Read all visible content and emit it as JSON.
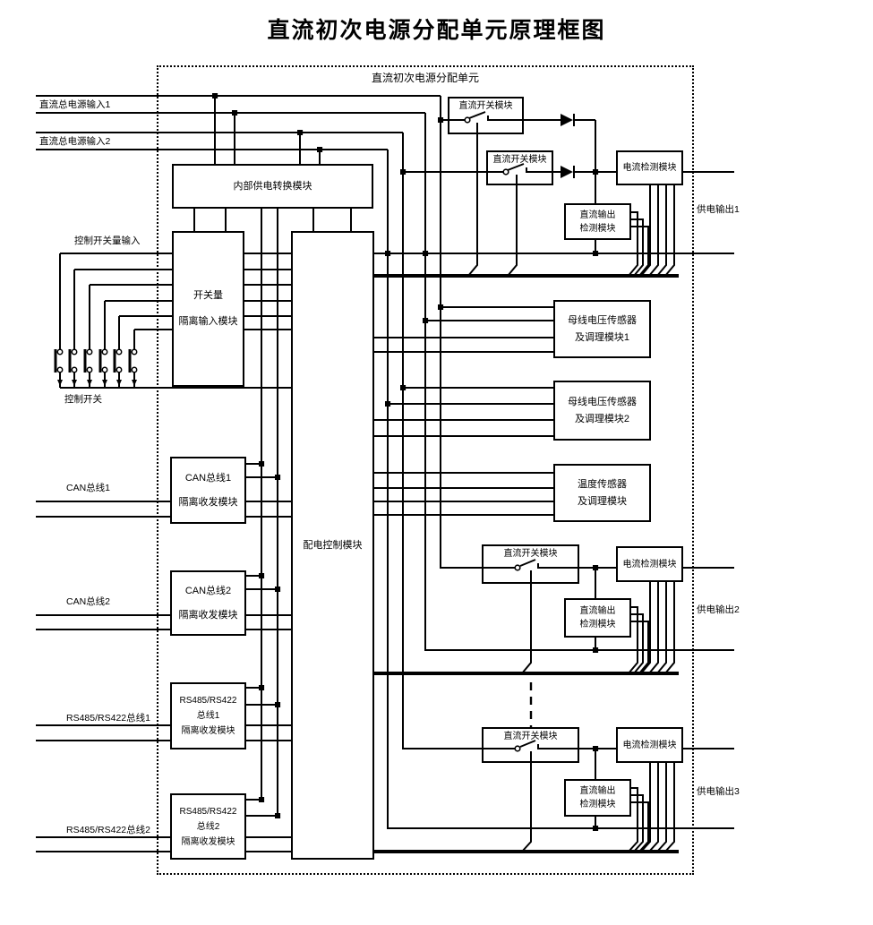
{
  "title": "直流初次电源分配单元原理框图",
  "frame_label": "直流初次电源分配单元",
  "labels": {
    "dc_input1": "直流总电源输入1",
    "dc_input2": "直流总电源输入2",
    "ctrl_switch_input": "控制开关量输入",
    "ctrl_switch": "控制开关",
    "can_bus1": "CAN总线1",
    "can_bus2": "CAN总线2",
    "rs_bus1": "RS485/RS422总线1",
    "rs_bus2": "RS485/RS422总线2",
    "out1": "供电输出1",
    "out2": "供电输出2",
    "out3": "供电输出3"
  },
  "blocks": {
    "internal_power": "内部供电转换模块",
    "switch_input": [
      "开关量",
      "隔离输入模块"
    ],
    "dist_ctrl": "配电控制模块",
    "can1": [
      "CAN总线1",
      "隔离收发模块"
    ],
    "can2": [
      "CAN总线2",
      "隔离收发模块"
    ],
    "rs1": [
      "RS485/RS422",
      "总线1",
      "隔离收发模块"
    ],
    "rs2": [
      "RS485/RS422",
      "总线2",
      "隔离收发模块"
    ],
    "dc_switch": "直流开关模块",
    "current_detect": "电流检测模块",
    "dc_out_detect": [
      "直流输出",
      "检测模块"
    ],
    "bus_voltage1": [
      "母线电压传感器",
      "及调理模块1"
    ],
    "bus_voltage2": [
      "母线电压传感器",
      "及调理模块2"
    ],
    "temp_sensor": [
      "温度传感器",
      "及调理模块"
    ]
  },
  "colors": {
    "line": "#000000",
    "background": "#ffffff"
  }
}
